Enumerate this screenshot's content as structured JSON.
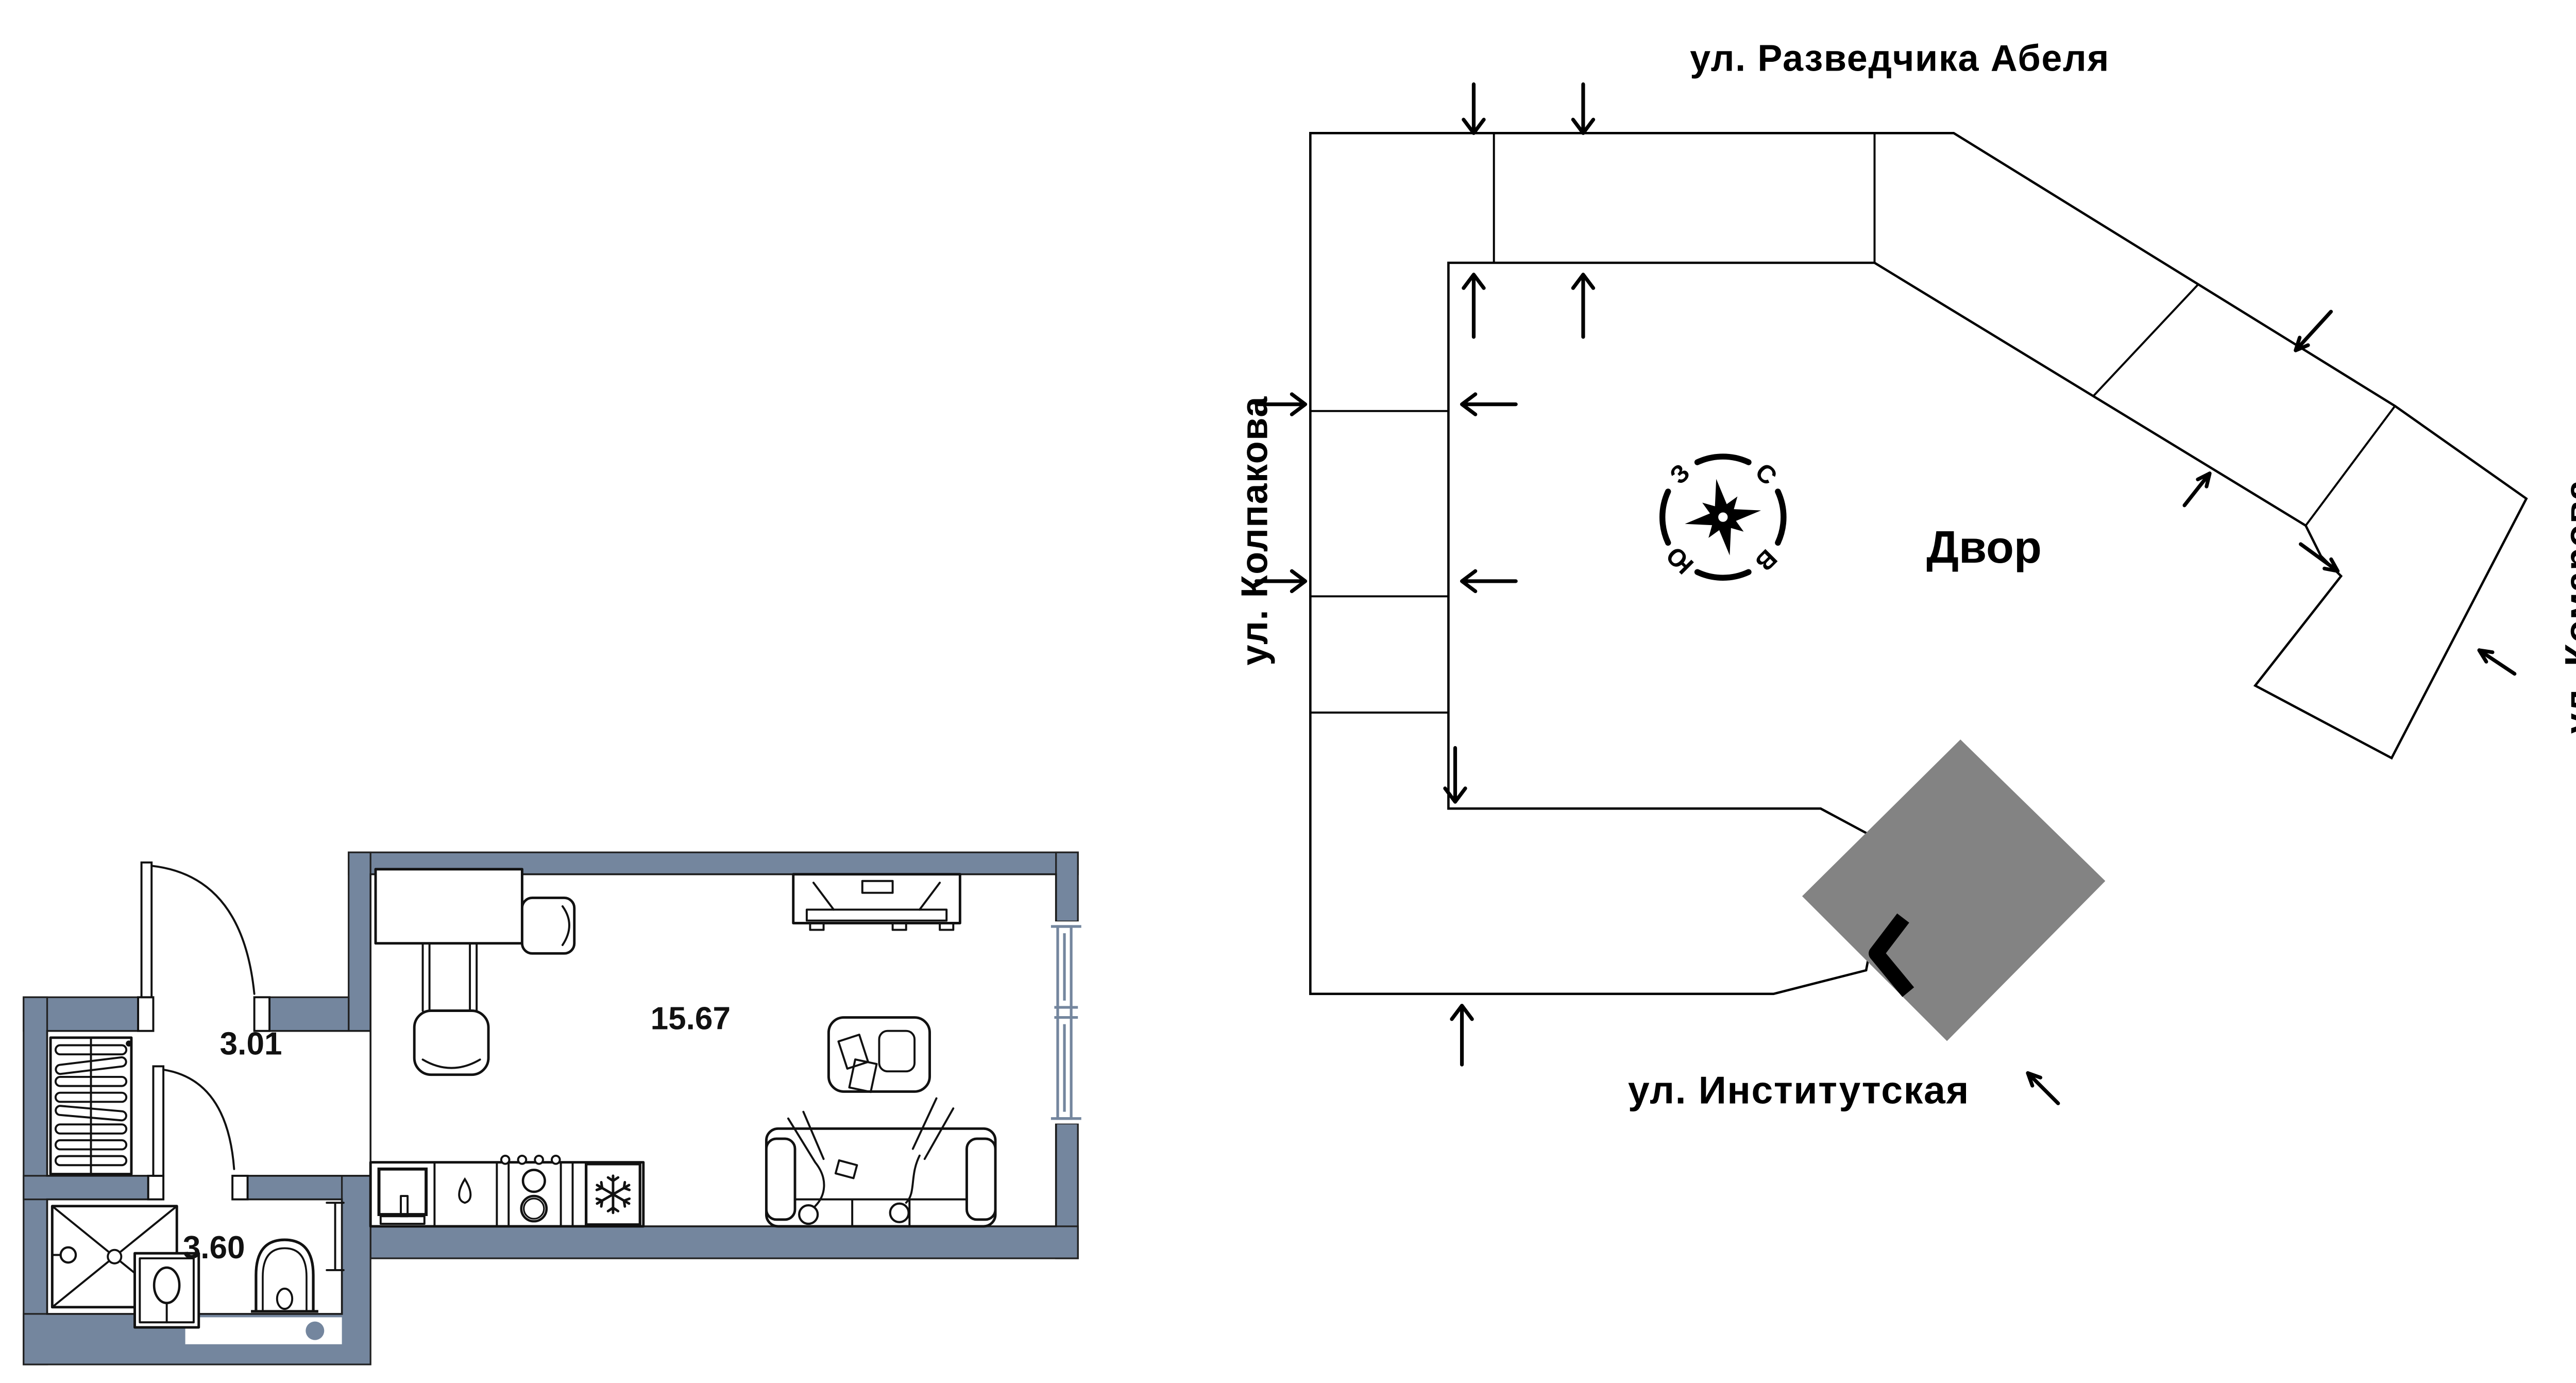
{
  "floor_plan": {
    "rooms": [
      {
        "name": "hallway",
        "area": "3.01"
      },
      {
        "name": "bathroom",
        "area": "3.60"
      },
      {
        "name": "living-kitchen",
        "area": "15.67"
      }
    ]
  },
  "site_plan": {
    "streets": {
      "top": "ул. Разведчика Абеля",
      "left": "ул. Колпакова",
      "right": "ул. Комарова",
      "bottom": "ул. Институтская"
    },
    "courtyard_label": "Двор",
    "compass": {
      "north": "С",
      "east": "В",
      "south": "Ю",
      "west": "З"
    }
  },
  "colors": {
    "wall": "#74869E",
    "building": "#838383",
    "ink": "#000000"
  }
}
